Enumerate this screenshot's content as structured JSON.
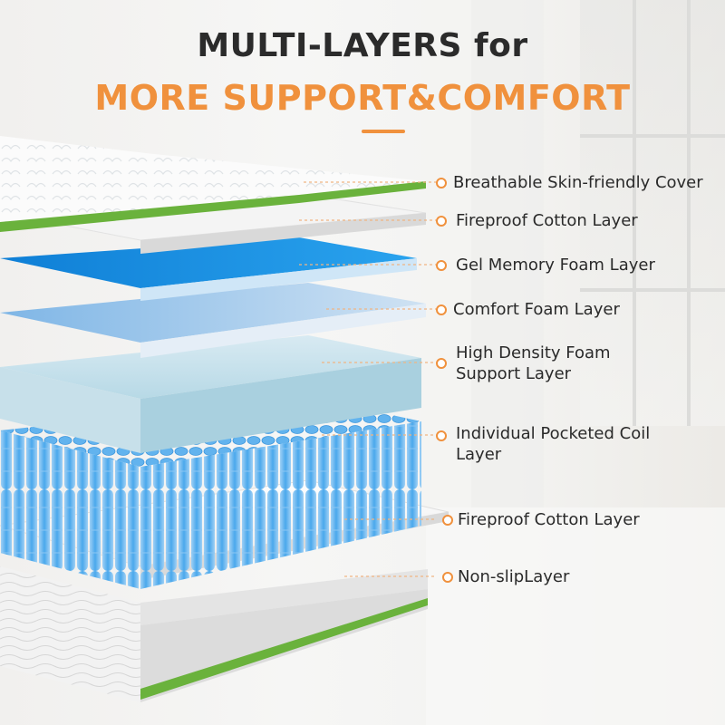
{
  "headline": {
    "line1": "MULTI-LAYERS for",
    "line2": "MORE SUPPORT&COMFORT"
  },
  "colors": {
    "accent": "#f0913d",
    "title": "#2b2b2b",
    "edge_green": "#6ab23c",
    "gel_blue": "#1f96e8",
    "coil_blue": "#5ab0ec"
  },
  "layers": [
    {
      "label": "Breathable Skin-friendly Cover"
    },
    {
      "label": "Fireproof Cotton Layer"
    },
    {
      "label": "Gel Memory Foam Layer"
    },
    {
      "label": "Comfort Foam Layer"
    },
    {
      "label": "High Density Foam Support Layer"
    },
    {
      "label": "Individual Pocketed Coil Layer"
    },
    {
      "label": "Fireproof Cotton Layer"
    },
    {
      "label": "Non-slipLayer"
    }
  ]
}
